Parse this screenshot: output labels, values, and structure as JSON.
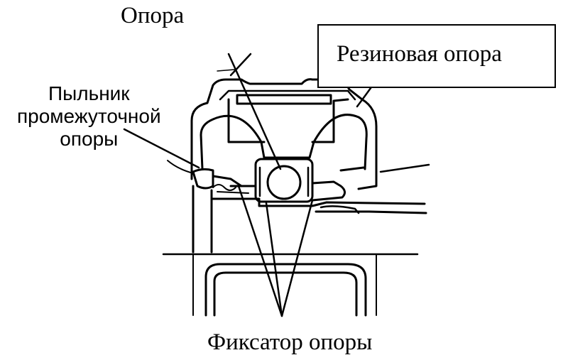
{
  "labels": {
    "opora": "Опора",
    "rubber_mount": "Резиновая опора",
    "dust_cover_line1": "Пыльник",
    "dust_cover_line2": "промежуточной",
    "dust_cover_line3": "опоры",
    "mount_lock": "Фиксатор опоры"
  },
  "colors": {
    "ink": "#000000",
    "paper": "#ffffff"
  }
}
